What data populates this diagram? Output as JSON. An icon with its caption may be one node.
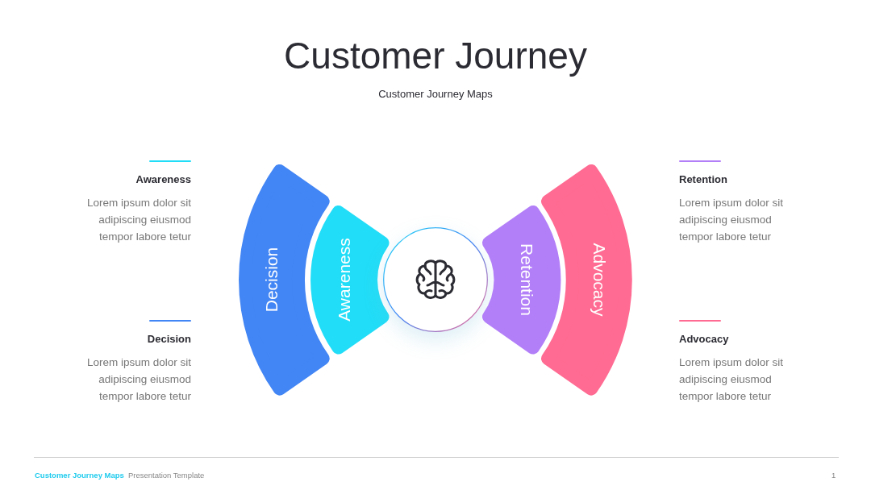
{
  "diagram": {
    "title": "Customer Journey",
    "nodes": [
      {
        "text": [
          "Decision"
        ]
      },
      {
        "text": [
          "Awareness"
        ]
      },
      {
        "text": [],
        "shape": "circle"
      },
      {
        "text": [
          "Retention"
        ]
      },
      {
        "text": [
          "Advocacy"
        ]
      }
    ],
    "edges": [],
    "labels": [
      "Customer Journey Maps",
      "Awareness",
      "Lorem ipsum dolor sit adipiscing eiusmod tempor labore tetur",
      "Retention",
      "Lorem ipsum dolor sit adipiscing eiusmod tempor labore tetur",
      "Decision",
      "Lorem ipsum dolor sit adipiscing eiusmod tempor labore tetur",
      "Advocacy",
      "Lorem ipsum dolor sit adipiscing eiusmod tempor labore tetur",
      "Customer Journey Maps",
      "Presentation Template",
      "1"
    ]
  }
}
